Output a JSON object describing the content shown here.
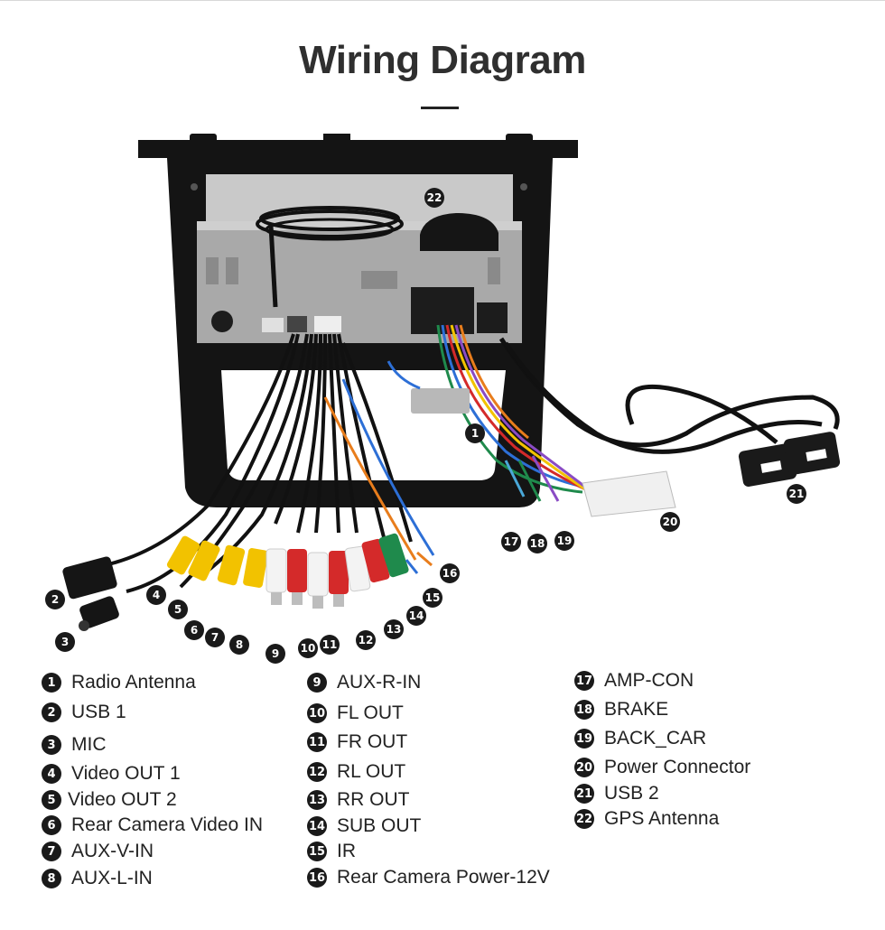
{
  "title": "Wiring Diagram",
  "legend": [
    {
      "num": "1",
      "label": "Radio Antenna"
    },
    {
      "num": "2",
      "label": "USB 1"
    },
    {
      "num": "3",
      "label": "MIC"
    },
    {
      "num": "4",
      "label": "Video OUT 1"
    },
    {
      "num": "5",
      "label": "Video OUT 2"
    },
    {
      "num": "6",
      "label": "Rear Camera Video IN"
    },
    {
      "num": "7",
      "label": "AUX-V-IN"
    },
    {
      "num": "8",
      "label": "AUX-L-IN"
    },
    {
      "num": "9",
      "label": "AUX-R-IN"
    },
    {
      "num": "10",
      "label": "FL OUT"
    },
    {
      "num": "11",
      "label": "FR OUT"
    },
    {
      "num": "12",
      "label": "RL OUT"
    },
    {
      "num": "13",
      "label": "RR OUT"
    },
    {
      "num": "14",
      "label": "SUB OUT"
    },
    {
      "num": "15",
      "label": "IR"
    },
    {
      "num": "16",
      "label": "Rear Camera Power-12V"
    },
    {
      "num": "17",
      "label": "AMP-CON"
    },
    {
      "num": "18",
      "label": "BRAKE"
    },
    {
      "num": "19",
      "label": "BACK_CAR"
    },
    {
      "num": "20",
      "label": "Power Connector"
    },
    {
      "num": "21",
      "label": "USB 2"
    },
    {
      "num": "22",
      "label": "GPS Antenna"
    }
  ],
  "colors": {
    "rca_yellow": "#f2c200",
    "rca_red": "#d42a2a",
    "rca_white": "#f3f3f3",
    "rca_green": "#1f8a4c",
    "frame": "#141414",
    "chassis": "#b5b5b5",
    "cable": "#111111"
  }
}
